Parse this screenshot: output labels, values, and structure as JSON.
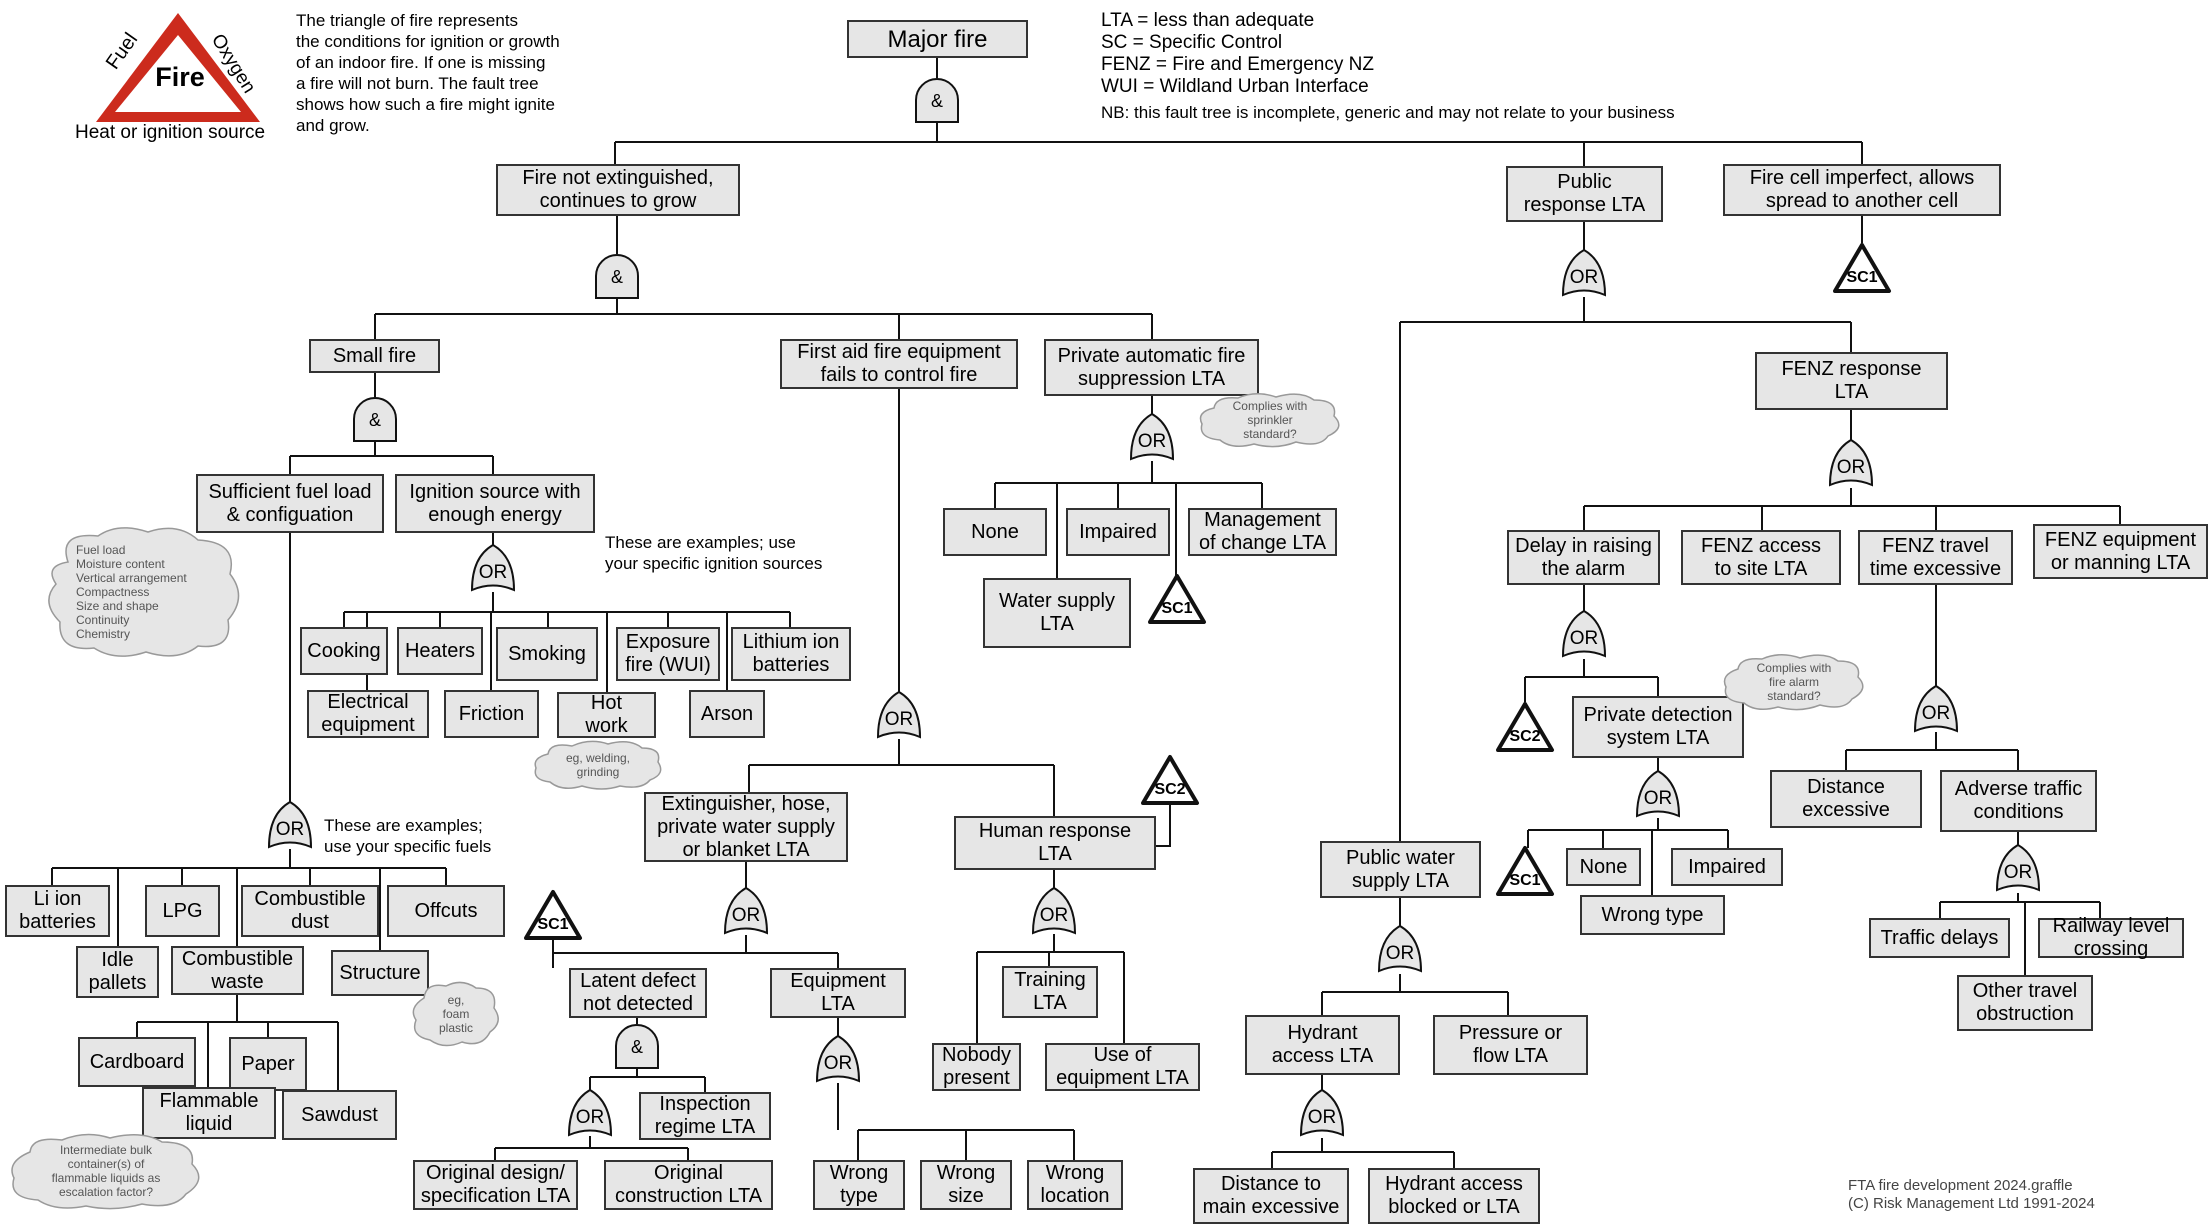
{
  "top": {
    "label": "Major fire"
  },
  "fire_triangle": {
    "center": "Fire",
    "left": "Fuel",
    "right": "Oxygen",
    "bottom": "Heat or ignition source"
  },
  "intro": "The triangle of fire represents\nthe conditions for ignition or growth\nof an indoor fire. If one is missing\na fire will not burn. The fault tree\nshows how such a fire might ignite\nand grow.",
  "legend": {
    "items": [
      "LTA = less than adequate",
      "SC = Specific Control",
      "FENZ = Fire and Emergency NZ",
      "WUI = Wildland Urban Interface"
    ],
    "note": "NB: this fault tree is incomplete, generic and may not relate to your business"
  },
  "gate_labels": {
    "and": "&",
    "or": "OR"
  },
  "boxes": {
    "fire_not_extinguished": "Fire not extinguished,\ncontinues to grow",
    "public_response": "Public\nresponse LTA",
    "fire_cell": "Fire cell imperfect, allows\nspread to another cell",
    "small_fire": "Small fire",
    "first_aid": "First aid fire equipment\nfails to control fire",
    "private_auto": "Private automatic fire\nsuppression LTA",
    "fenz_response": "FENZ response\nLTA",
    "sufficient_fuel": "Sufficient fuel load\n& configuation",
    "ignition_source": "Ignition source with\nenough energy",
    "none_1": "None",
    "impaired_1": "Impaired",
    "mgmt_change": "Management\nof change LTA",
    "water_supply": "Water supply\nLTA",
    "delay_alarm": "Delay in raising\nthe alarm",
    "fenz_access": "FENZ access\nto site LTA",
    "fenz_travel": "FENZ travel\ntime excessive",
    "fenz_equipment": "FENZ equipment\nor manning LTA",
    "cooking": "Cooking",
    "heaters": "Heaters",
    "smoking": "Smoking",
    "exposure": "Exposure\nfire (WUI)",
    "lithium_batteries": "Lithium ion\nbatteries",
    "electrical": "Electrical\nequipment",
    "friction": "Friction",
    "hot_work": "Hot\nwork",
    "arson": "Arson",
    "private_detection": "Private detection\nsystem LTA",
    "none_2": "None",
    "impaired_2": "Impaired",
    "wrong_type_2": "Wrong type",
    "distance_excessive": "Distance\nexcessive",
    "adverse_traffic": "Adverse traffic\nconditions",
    "extinguisher": "Extinguisher, hose,\nprivate water supply\nor blanket LTA",
    "human_response": "Human response\nLTA",
    "public_water": "Public water\nsupply LTA",
    "li_ion": "Li ion\nbatteries",
    "lpg": "LPG",
    "combustible_dust": "Combustible\ndust",
    "offcuts": "Offcuts",
    "idle_pallets": "Idle\npallets",
    "combustible_waste": "Combustible\nwaste",
    "structure": "Structure",
    "cardboard": "Cardboard",
    "paper": "Paper",
    "flammable_liquid": "Flammable\nliquid",
    "sawdust": "Sawdust",
    "latent_defect": "Latent defect\nnot detected",
    "inspection_regime": "Inspection\nregime LTA",
    "equipment_lta": "Equipment\nLTA",
    "training": "Training\nLTA",
    "nobody_present": "Nobody\npresent",
    "use_of_equipment": "Use of\nequipment LTA",
    "traffic_delays": "Traffic delays",
    "railway_crossing": "Railway level\ncrossing",
    "other_obstruction": "Other travel\nobstruction",
    "hydrant_access": "Hydrant\naccess LTA",
    "pressure_flow": "Pressure or\nflow LTA",
    "original_design": "Original design/\nspecification LTA",
    "original_construction": "Original\nconstruction LTA",
    "wrong_type_1": "Wrong\ntype",
    "wrong_size": "Wrong\nsize",
    "wrong_location": "Wrong\nlocation",
    "distance_main": "Distance to\nmain excessive",
    "hydrant_blocked": "Hydrant access\nblocked or LTA"
  },
  "triangles": {
    "sc1": "SC1",
    "sc2": "SC2"
  },
  "clouds": {
    "fuel_list": "Fuel load\nMoisture content\nVertical arrangement\nCompactness\nSize and shape\nContinuity\nChemistry",
    "sprinkler": "Complies with\nsprinkler\nstandard?",
    "welding": "eg, welding,\ngrinding",
    "fire_alarm": "Complies with\nfire alarm\nstandard?",
    "foam": "eg,\nfoam\nplastic",
    "ibc": "Intermediate bulk\ncontainer(s) of\nflammable liquids as\nescalation factor?"
  },
  "notes": {
    "ignition_examples": "These are examples; use\nyour specific ignition sources",
    "fuel_examples": "These are examples;\nuse your specific fuels"
  },
  "footer": "FTA fire development 2024.graffle\n(C) Risk Management Ltd 1991-2024"
}
